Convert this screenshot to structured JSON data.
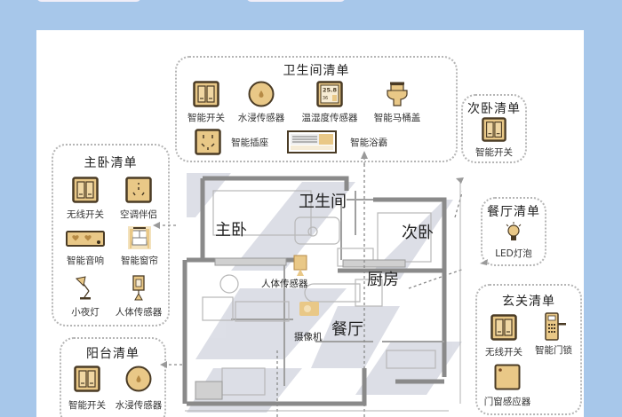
{
  "colors": {
    "background": "#a7c7ea",
    "card": "#ffffff",
    "icon_fill": "#e9c887",
    "icon_stroke": "#4a3b25",
    "wall": "#8a8a8a",
    "shadow": "#d7d9e2"
  },
  "bathroom": {
    "title": "卫生间清单",
    "items": [
      {
        "label": "智能开关",
        "icon": "smart-switch-icon"
      },
      {
        "label": "水浸传感器",
        "icon": "water-leak-sensor-icon"
      },
      {
        "label": "温湿度传感器",
        "icon": "temp-humidity-sensor-icon",
        "display": "25.8",
        "display2": "36"
      },
      {
        "label": "智能马桶盖",
        "icon": "smart-toilet-seat-icon"
      },
      {
        "label": "智能插座",
        "icon": "smart-socket-icon"
      },
      {
        "label": "智能浴霸",
        "icon": "smart-bath-heater-icon"
      }
    ]
  },
  "master_bedroom": {
    "title": "主卧清单",
    "items": [
      {
        "label": "无线开关",
        "icon": "wireless-switch-icon"
      },
      {
        "label": "空调伴侣",
        "icon": "ac-companion-icon"
      },
      {
        "label": "智能音响",
        "icon": "smart-speaker-icon"
      },
      {
        "label": "智能窗帘",
        "icon": "smart-curtain-icon"
      },
      {
        "label": "小夜灯",
        "icon": "night-lamp-icon"
      },
      {
        "label": "人体传感器",
        "icon": "motion-sensor-icon"
      }
    ]
  },
  "balcony": {
    "title": "阳台清单",
    "items": [
      {
        "label": "智能开关",
        "icon": "smart-switch-icon"
      },
      {
        "label": "水浸传感器",
        "icon": "water-leak-sensor-icon"
      }
    ]
  },
  "second_bedroom": {
    "title": "次卧清单",
    "items": [
      {
        "label": "智能开关",
        "icon": "smart-switch-icon"
      }
    ]
  },
  "dining": {
    "title": "餐厅清单",
    "items": [
      {
        "label": "LED灯泡",
        "icon": "led-bulb-icon"
      }
    ]
  },
  "entrance": {
    "title": "玄关清单",
    "items": [
      {
        "label": "无线开关",
        "icon": "wireless-switch-icon"
      },
      {
        "label": "智能门锁",
        "icon": "smart-door-lock-icon"
      },
      {
        "label": "门窗感应器",
        "icon": "door-window-sensor-icon"
      }
    ]
  },
  "floor_plan": {
    "rooms": {
      "master_bedroom": "主卧",
      "bathroom": "卫生间",
      "second_bedroom": "次卧",
      "kitchen": "厨房",
      "dining": "餐厅"
    },
    "devices": {
      "motion_sensor": "人体传感器",
      "camera": "摄像机"
    }
  }
}
